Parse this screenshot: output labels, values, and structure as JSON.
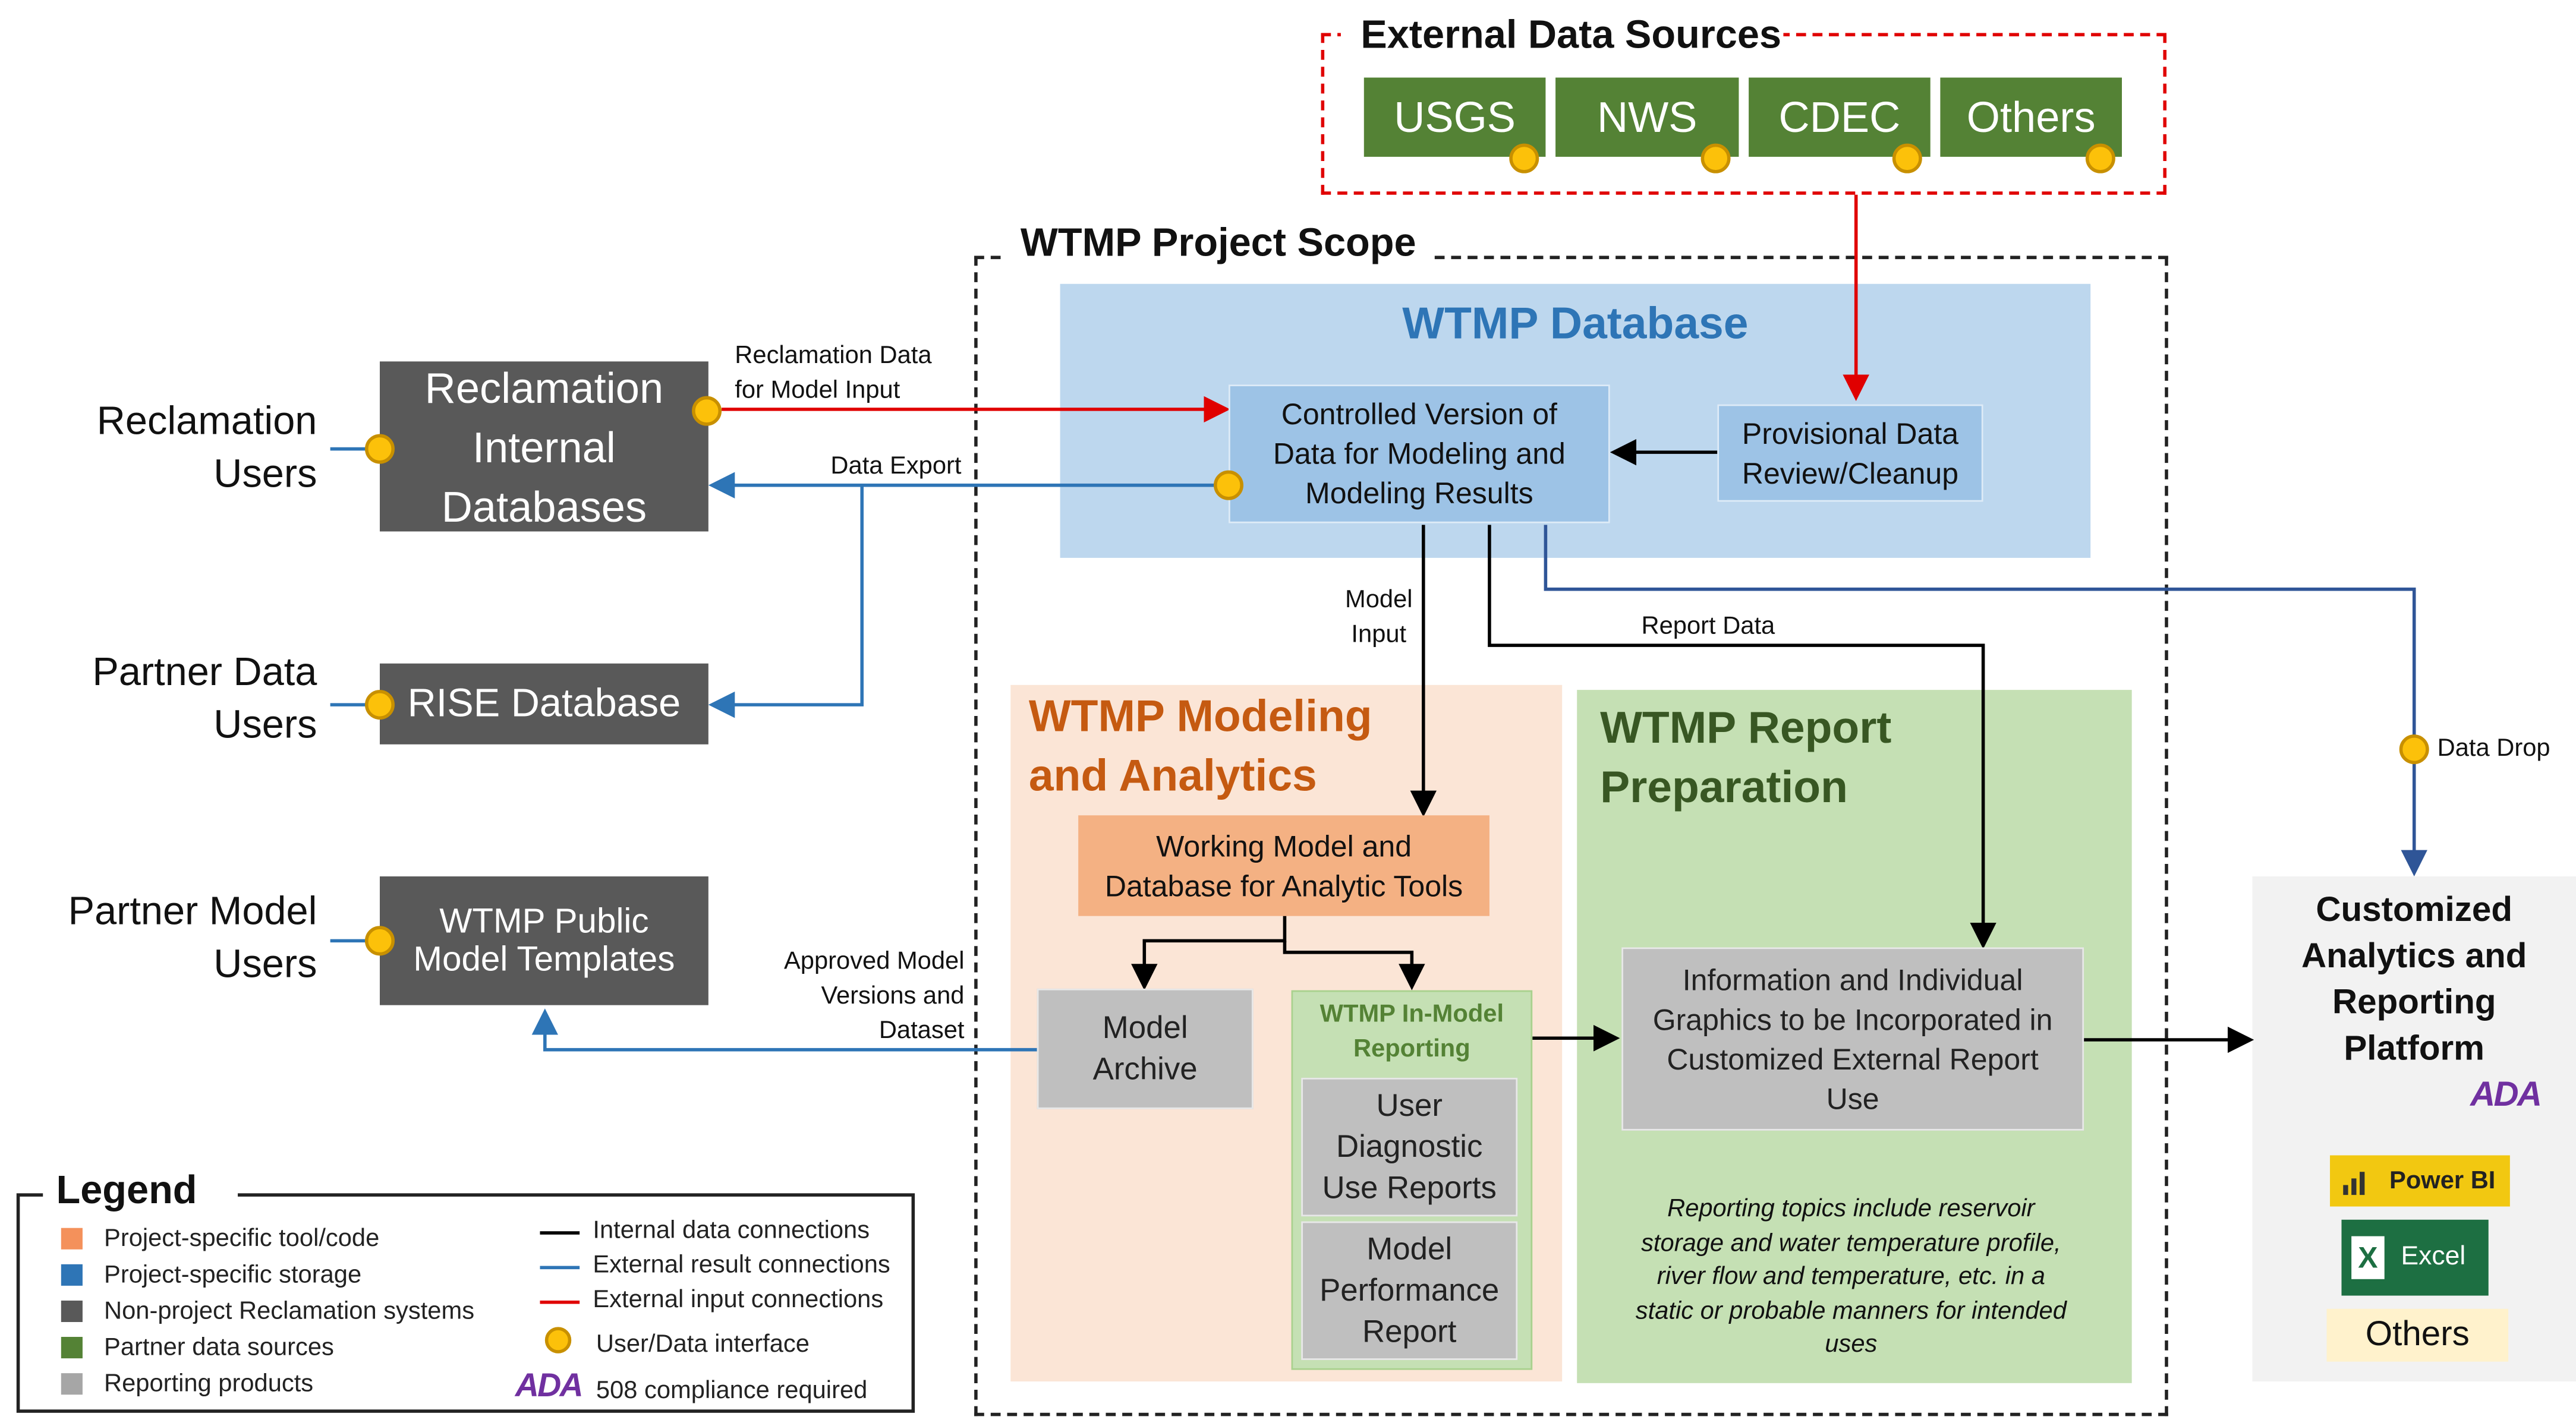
{
  "external_sources": {
    "title": "External Data Sources",
    "items": [
      "USGS",
      "NWS",
      "CDEC",
      "Others"
    ]
  },
  "scope": {
    "title": "WTMP Project Scope"
  },
  "database": {
    "title": "WTMP Database",
    "controlled": "Controlled Version of Data for Modeling and Modeling Results",
    "provisional": "Provisional Data Review/Cleanup"
  },
  "users": {
    "reclamation": "Reclamation Users",
    "partner_data": "Partner Data Users",
    "partner_model": "Partner Model Users"
  },
  "systems": {
    "internal_db": "Reclamation Internal Databases",
    "rise": "RISE Database",
    "templates": "WTMP Public Model Templates"
  },
  "flow_labels": {
    "reclamation_data": "Reclamation Data for Model Input",
    "data_export": "Data Export",
    "model_input": "Model Input",
    "report_data": "Report Data",
    "data_drop": "Data Drop",
    "approved": "Approved Model Versions and Dataset"
  },
  "modeling": {
    "title": "WTMP Modeling and Analytics",
    "working": "Working Model and Database for Analytic Tools",
    "archive": "Model Archive",
    "inmodel_title": "WTMP In-Model Reporting",
    "diagnostic": "User Diagnostic Use Reports",
    "performance": "Model Performance Report"
  },
  "report_prep": {
    "title": "WTMP Report Preparation",
    "info": "Information and Individual Graphics to be Incorporated in Customized External Report Use",
    "note": "Reporting topics include reservoir storage and water temperature profile, river flow and temperature, etc. in a static or probable manners for intended uses"
  },
  "platform": {
    "title": "Customized Analytics and Reporting Platform",
    "ada": "ADA",
    "powerbi": "Power BI",
    "excel": "Excel",
    "excel_letter": "X",
    "others": "Others"
  },
  "legend": {
    "title": "Legend",
    "items": [
      {
        "label": "Project-specific tool/code",
        "color": "#f4915b"
      },
      {
        "label": "Project-specific storage",
        "color": "#2e75b6"
      },
      {
        "label": "Non-project Reclamation systems",
        "color": "#595959"
      },
      {
        "label": "Partner data sources",
        "color": "#548235"
      },
      {
        "label": "Reporting products",
        "color": "#a6a6a6"
      }
    ],
    "lines": [
      {
        "label": "Internal data connections",
        "color": "#000000"
      },
      {
        "label": "External result connections",
        "color": "#2e75b6"
      },
      {
        "label": "External input connections",
        "color": "#e00000"
      }
    ],
    "interface": "User/Data interface",
    "ada": "ADA",
    "compliance": "508 compliance required"
  }
}
